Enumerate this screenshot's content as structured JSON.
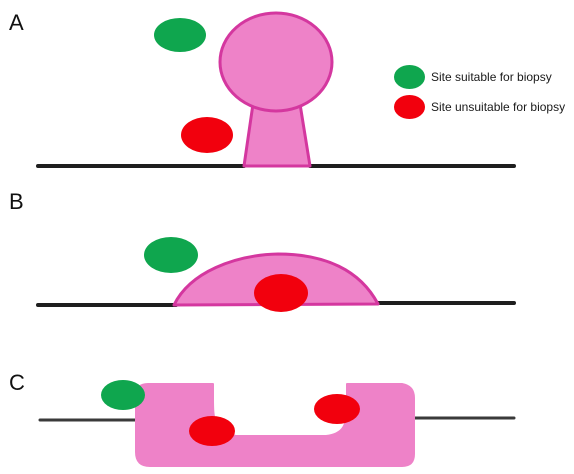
{
  "panels": [
    {
      "letter": "A",
      "lesion": "pedunculated polyp"
    },
    {
      "letter": "B",
      "lesion": "sessile elevated lesion"
    },
    {
      "letter": "C",
      "lesion": "ulcer"
    }
  ],
  "legend": {
    "suitable": {
      "label": "Site suitable for biopsy",
      "color": "#0fa64e"
    },
    "unsuitable": {
      "label": "Site unsuitable for biopsy",
      "color": "#f2000d"
    }
  },
  "colors": {
    "lesion_fill": "#ee82c8",
    "lesion_stroke": "#d4379f",
    "mucosa_line": "#1e1e1e",
    "mucosa_line_c": "#3a3a3a"
  }
}
